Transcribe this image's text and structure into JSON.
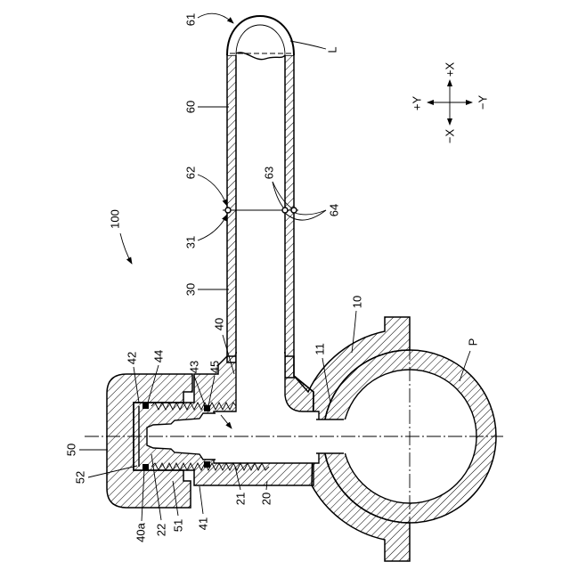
{
  "figure": {
    "ref_labels": {
      "r61": "61",
      "rL": "L",
      "r60": "60",
      "r62": "62",
      "r63": "63",
      "r64": "64",
      "r31": "31",
      "r30": "30",
      "r40": "40",
      "r10": "10",
      "r11": "11",
      "rP": "P",
      "r100": "100",
      "r42": "42",
      "r44": "44",
      "r43": "43",
      "r45": "45",
      "r50": "50",
      "r52": "52",
      "r40a": "40a",
      "r22": "22",
      "r51": "51",
      "r41": "41",
      "r21": "21",
      "r20": "20"
    },
    "axes": {
      "plus_x": "+X",
      "minus_x": "−X",
      "plus_y": "+Y",
      "minus_y": "−Y"
    }
  },
  "colors": {
    "line": "#000000",
    "background": "#ffffff"
  }
}
